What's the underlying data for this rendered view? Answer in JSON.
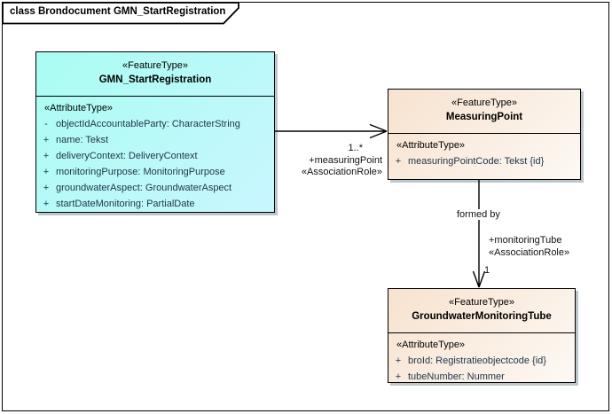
{
  "diagram": {
    "frame_title": "class Brondocument GMN_StartRegistration"
  },
  "colors": {
    "feature_type_cyan_start": "#a9fdf2",
    "feature_type_cyan_end": "#c9f6ff",
    "feature_type_tan_start": "#f7e2cf",
    "feature_type_tan_end": "#fdf9f4",
    "border": "#000000",
    "attribute_text": "#1e3449"
  },
  "classes": [
    {
      "stereotype": "«FeatureType»",
      "name": "GMN_StartRegistration",
      "section_label": "«AttributeType»",
      "attributes": [
        {
          "vis": "-",
          "text": "objectIdAccountableParty: CharacterString"
        },
        {
          "vis": "+",
          "text": "name: Tekst"
        },
        {
          "vis": "+",
          "text": "deliveryContext: DeliveryContext"
        },
        {
          "vis": "+",
          "text": "monitoringPurpose: MonitoringPurpose"
        },
        {
          "vis": "+",
          "text": "groundwaterAspect: GroundwaterAspect"
        },
        {
          "vis": "+",
          "text": "startDateMonitoring: PartialDate"
        }
      ]
    },
    {
      "stereotype": "«FeatureType»",
      "name": "MeasuringPoint",
      "section_label": "«AttributeType»",
      "attributes": [
        {
          "vis": "+",
          "text": "measuringPointCode: Tekst {id}"
        }
      ]
    },
    {
      "stereotype": "«FeatureType»",
      "name": "GroundwaterMonitoringTube",
      "section_label": "«AttributeType»",
      "attributes": [
        {
          "vis": "+",
          "text": "broId: Registratieobjectcode {id}"
        },
        {
          "vis": "+",
          "text": "tubeNumber: Nummer"
        }
      ]
    }
  ],
  "associations": [
    {
      "multiplicity": "1..*",
      "role": "+measuringPoint",
      "stereotype": "«AssociationRole»"
    },
    {
      "name": "formed by",
      "role": "+monitoringTube",
      "stereotype": "«AssociationRole»",
      "multiplicity": "1"
    }
  ]
}
